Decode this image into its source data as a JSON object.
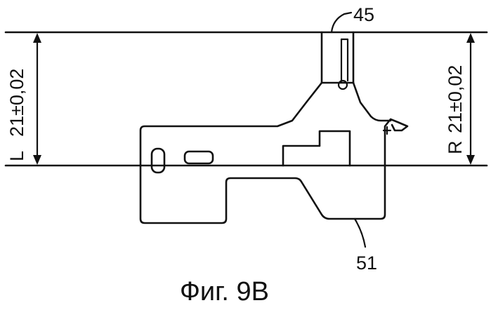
{
  "figure": {
    "caption": "Фиг. 9B",
    "reference_numerals": {
      "top": "45",
      "bottom": "51"
    },
    "dimensions": {
      "left": {
        "side": "L",
        "value": "21±0,02"
      },
      "right": {
        "side": "R",
        "value": "21±0,02"
      }
    },
    "line_color": "#111111",
    "background": "#ffffff"
  }
}
